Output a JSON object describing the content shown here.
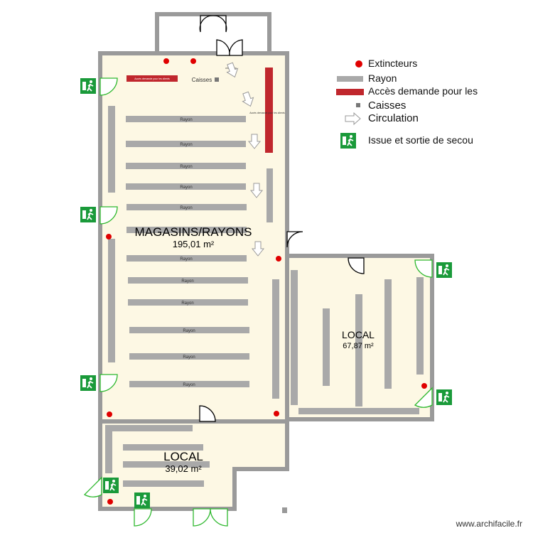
{
  "rooms": {
    "main": {
      "name": "MAGASINS/RAYONS",
      "area": "195,01 m²"
    },
    "right": {
      "name": "LOCAL",
      "area": "67,87 m²"
    },
    "bottom": {
      "name": "LOCAL",
      "area": "39,02 m²"
    }
  },
  "labels": {
    "rayon": "Rayon",
    "caisses": "Caisses",
    "access_small": "Accès demande pour les clients",
    "circulation_small": "circulation"
  },
  "legend": [
    {
      "icon": "fire-extinguisher-dot",
      "label": "Extincteurs"
    },
    {
      "icon": "shelf-bar",
      "label": "Rayon"
    },
    {
      "icon": "access-bar",
      "label": "Accès demande pour les"
    },
    {
      "icon": "checkout-square",
      "label": "Caisses"
    },
    {
      "icon": "arrow-right",
      "label": "Circulation"
    },
    {
      "icon": "emergency-exit",
      "label": "Issue et sortie de secou"
    }
  ],
  "colors": {
    "wall": "#9a9a9a",
    "floor": "#fdf8e4",
    "shelf": "#a9a9a9",
    "access": "#c0272d",
    "extinguisher": "#e00000",
    "exit": "#1a9a3a"
  },
  "watermark": "www.archifacile.fr"
}
